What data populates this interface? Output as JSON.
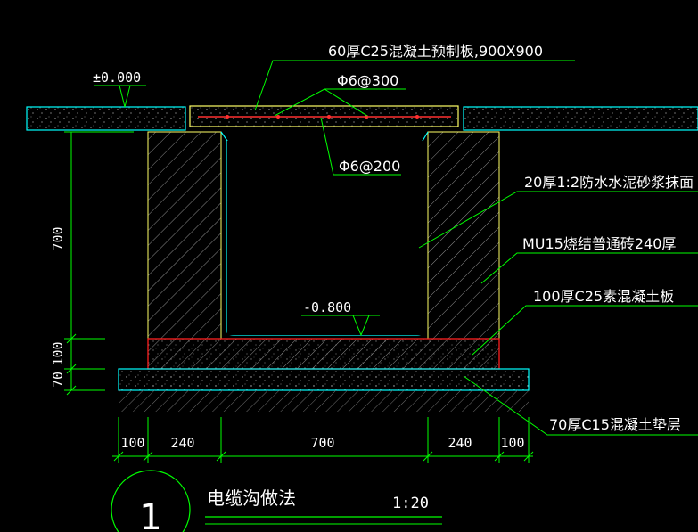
{
  "drawing": {
    "labels": {
      "slab_spec": "60厚C25混凝土预制板,900X900",
      "rebar_top": "Φ6@300",
      "rebar_bottom": "Φ6@200",
      "mortar": "20厚1:2防水水泥砂浆抹面",
      "brick": "MU15烧结普通砖240厚",
      "base_slab": "100厚C25素混凝土板",
      "cushion": "70厚C15混凝土垫层",
      "elev_top": "±0.000",
      "elev_bottom": "-0.800"
    },
    "dims_vertical": [
      "700",
      "100",
      "70"
    ],
    "dims_horizontal": [
      "100",
      "240",
      "700",
      "240",
      "100"
    ],
    "title": {
      "number": "1",
      "name": "电缆沟做法",
      "scale": "1:20"
    }
  },
  "colors": {
    "background": "#000000",
    "leader": "#00ff00",
    "concrete_outline": "#00ffff",
    "brick_outline": "#ffff66",
    "rebar": "#ff3030",
    "base_outline": "#ff2020",
    "hatch": "#9a9a9a",
    "text": "#ffffff",
    "title_circle": "#00ff00"
  }
}
